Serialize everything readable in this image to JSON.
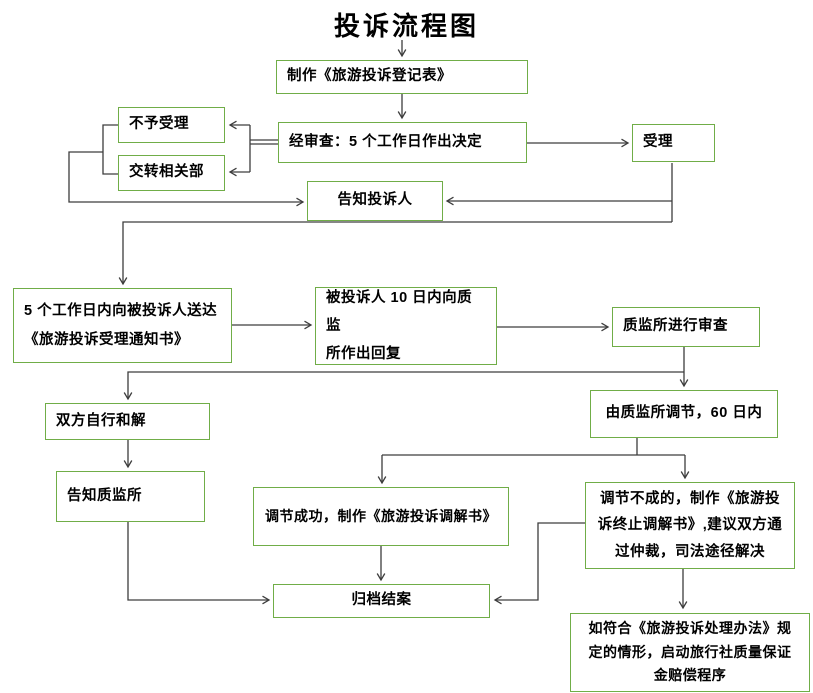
{
  "title": "投诉流程图",
  "colors": {
    "box_border": "#70AD47",
    "connector": "#3D3D3D",
    "text": "#000000",
    "background": "#FFFFFF"
  },
  "nodes": [
    {
      "id": "make-registration-form",
      "label": "制作《旅游投诉登记表》"
    },
    {
      "id": "review-decision",
      "label": "经审查：5 个工作日作出决定"
    },
    {
      "id": "not-accepted",
      "label": "不予受理"
    },
    {
      "id": "transfer-related-dept",
      "label": "交转相关部"
    },
    {
      "id": "accepted",
      "label": "受理"
    },
    {
      "id": "notify-complainant",
      "label": "告知投诉人"
    },
    {
      "id": "deliver-acceptance-notice",
      "label": "5 个工作日内向被投诉人送达\n《旅游投诉受理通知书》"
    },
    {
      "id": "respondent-reply",
      "label": "被投诉人 10 日内向质监\n所作出回复"
    },
    {
      "id": "qms-review",
      "label": "质监所进行审查"
    },
    {
      "id": "self-reconciliation",
      "label": "双方自行和解"
    },
    {
      "id": "notify-qms",
      "label": "告知质监所"
    },
    {
      "id": "qms-mediation",
      "label": "由质监所调节，60 日内"
    },
    {
      "id": "mediation-success",
      "label": "调节成功，制作《旅游投诉调解书》"
    },
    {
      "id": "mediation-fail",
      "label": "调节不成的，制作《旅游投\n诉终止调解书》,建议双方通\n过仲裁，司法途径解决"
    },
    {
      "id": "file-and-close",
      "label": "归档结案"
    },
    {
      "id": "guarantee-fund",
      "label": "如符合《旅游投诉处理办法》规\n定的情形，启动旅行社质量保证\n金赔偿程序"
    }
  ]
}
